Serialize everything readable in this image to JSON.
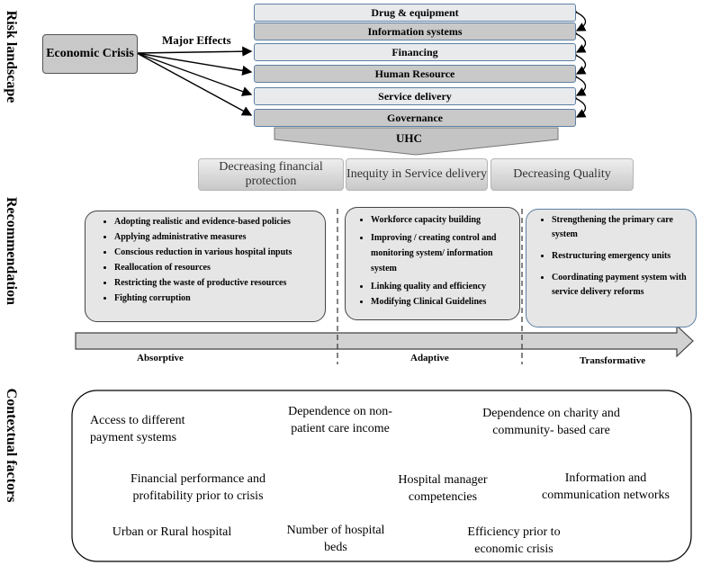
{
  "side_labels": {
    "risk_landscape": "Risk landscape",
    "recommendation": "Recommendation",
    "contextual_factors": "Contextual factors"
  },
  "economic_crisis": "Economic Crisis",
  "major_effects": "Major Effects",
  "effects": [
    "Drug & equipment",
    "Information systems",
    "Financing",
    "Human Resource",
    "Service delivery",
    "Governance"
  ],
  "uhc": "UHC",
  "outcomes": [
    "Decreasing financial protection",
    "Inequity in Service delivery",
    "Decreasing Quality"
  ],
  "recommendations": {
    "absorptive": [
      "Adopting realistic and evidence-based policies",
      "Applying administrative measures",
      "Conscious reduction in various hospital inputs",
      "Reallocation of resources",
      "Restricting the waste of productive resources",
      "Fighting corruption"
    ],
    "adaptive": [
      "Workforce capacity building",
      "Improving / creating control and monitoring system/ information system",
      "Linking quality  and efficiency",
      "Modifying Clinical Guidelines"
    ],
    "transformative": [
      "Strengthening the primary care system",
      " Restructuring emergency units",
      "Coordinating payment system with service delivery reforms"
    ]
  },
  "phases": [
    "Absorptive",
    "Adaptive",
    "Transformative"
  ],
  "contextual_factors": [
    "Access to different payment systems",
    "Dependence on non-patient care income",
    "Dependence on charity and community- based care",
    "Financial performance and profitability prior to crisis",
    "Hospital manager competencies",
    "Information and communication networks",
    "Urban or Rural hospital",
    "Number of hospital beds",
    "Efficiency prior to economic crisis"
  ]
}
